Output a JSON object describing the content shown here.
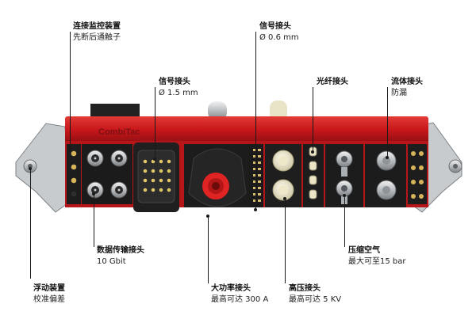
{
  "brand": "CombiTac",
  "labels": {
    "diagnostic": {
      "title": "连接监控装置",
      "sub": "先断后通触子"
    },
    "signal_06": {
      "title": "信号接头",
      "sub": "Ø 0.6 mm"
    },
    "signal_15": {
      "title": "信号接头",
      "sub": "Ø 1.5 mm"
    },
    "fiber": {
      "title": "光纤接头",
      "sub": ""
    },
    "fluid": {
      "title": "流体接头",
      "sub": "防漏"
    },
    "data": {
      "title": "数据传输接头",
      "sub": "10 Gbit"
    },
    "pneumatic": {
      "title": "压缩空气",
      "sub": "最大可至15 bar"
    },
    "float": {
      "title": "浮动装置",
      "sub": "校准偏差"
    },
    "power": {
      "title": "大功率接头",
      "sub": "最高可达 300 A"
    },
    "hv": {
      "title": "高压接头",
      "sub": "最高可达 5 KV"
    }
  },
  "colors": {
    "housing_red": "#c8171b",
    "insert_black": "#1c1c1c",
    "contact_red": "#e02323",
    "frame_grey": "#bfc3c6"
  }
}
